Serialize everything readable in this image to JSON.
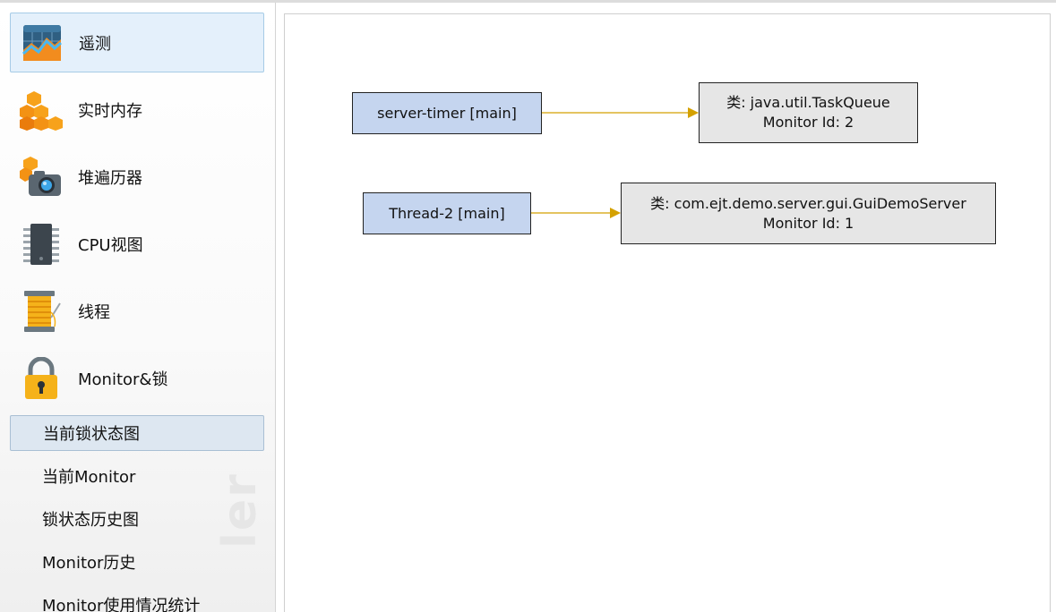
{
  "sidebar": {
    "watermark": "ler",
    "items": [
      {
        "label": "遥测",
        "icon": "telemetry-icon",
        "selected": true
      },
      {
        "label": "实时内存",
        "icon": "live-memory-icon",
        "selected": false
      },
      {
        "label": "堆遍历器",
        "icon": "heap-walker-icon",
        "selected": false
      },
      {
        "label": "CPU视图",
        "icon": "cpu-views-icon",
        "selected": false
      },
      {
        "label": "线程",
        "icon": "threads-icon",
        "selected": false
      },
      {
        "label": "Monitor&锁",
        "icon": "lock-icon",
        "selected": false
      }
    ],
    "subitems": [
      {
        "label": "当前锁状态图",
        "selected": true
      },
      {
        "label": "当前Monitor",
        "selected": false
      },
      {
        "label": "锁状态历史图",
        "selected": false
      },
      {
        "label": "Monitor历史",
        "selected": false
      },
      {
        "label": "Monitor使用情况统计",
        "selected": false
      }
    ]
  },
  "graph": {
    "threads": [
      {
        "label": "server-timer [main]"
      },
      {
        "label": "Thread-2 [main]"
      }
    ],
    "monitors": [
      {
        "class_label": "类: java.util.TaskQueue",
        "id_label": "Monitor Id: 2"
      },
      {
        "class_label": "类: com.ejt.demo.server.gui.GuiDemoServer",
        "id_label": "Monitor Id: 1"
      }
    ],
    "colors": {
      "thread_fill": "#c5d5ef",
      "monitor_fill": "#e6e6e6",
      "arrow": "#d4a100",
      "selection": "#e4f0fb"
    }
  }
}
